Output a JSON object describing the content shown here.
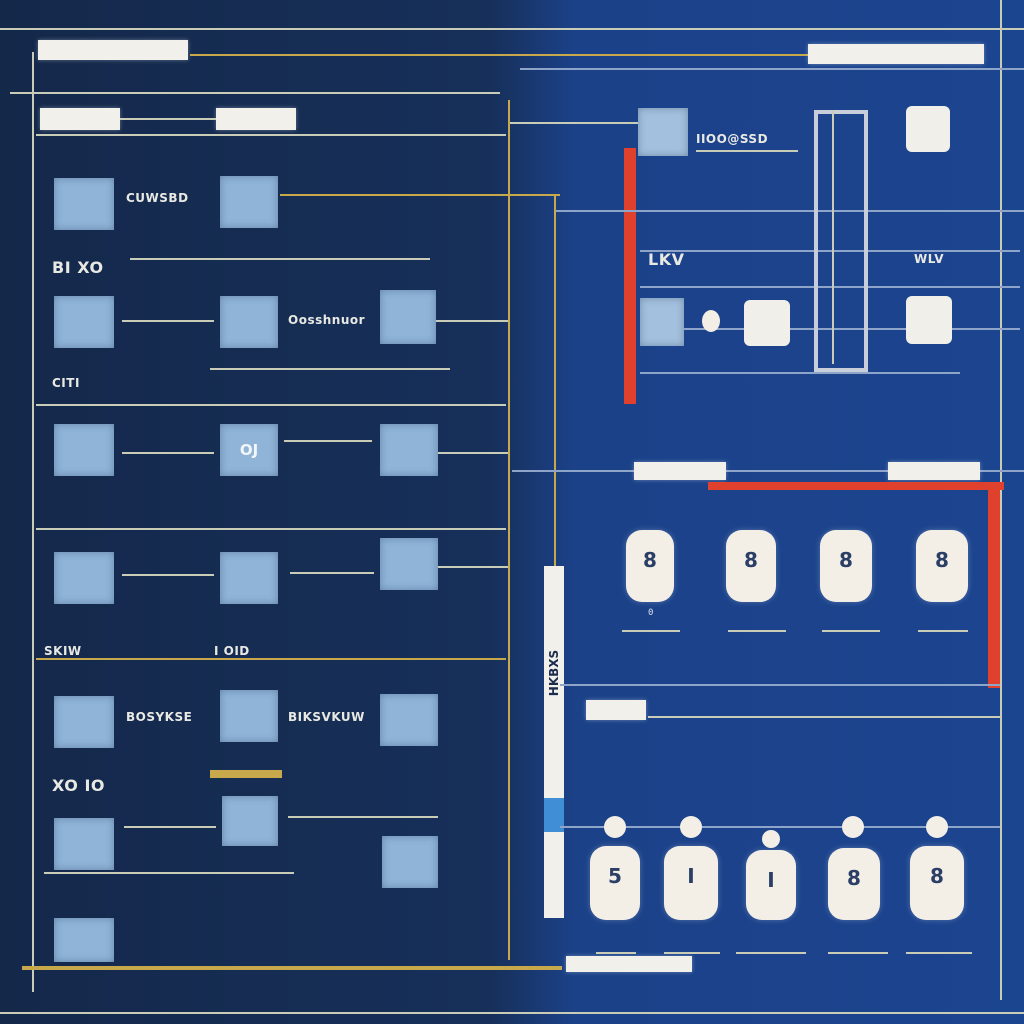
{
  "top_bars": {
    "left_tab": "",
    "right_tab": ""
  },
  "left_panel": {
    "header_tabs": [
      "",
      ""
    ],
    "section_labels": {
      "a": "BI XO",
      "b": "CITI",
      "c": "SKIW",
      "d": "XO IO",
      "e": "I OID"
    },
    "rows": [
      {
        "tile1": "",
        "text1": "CUWSBD",
        "tile2": "",
        "text2": "",
        "tile3": null
      },
      {
        "tile1": "",
        "text1": "",
        "tile2": "",
        "text2": "Oosshnuor",
        "tile3": ""
      },
      {
        "tile1": "",
        "text1": "",
        "tile2": "OJ",
        "text2": "",
        "tile3": ""
      },
      {
        "tile1": "",
        "text1": "",
        "tile2": "",
        "text2": "",
        "tile3": ""
      },
      {
        "tile1": "",
        "text1": "BOSYKSE",
        "tile2": "",
        "text2": "BIKSVKUW",
        "tile3": ""
      },
      {
        "tile1": "",
        "text1": "",
        "tile2": "",
        "text2": "",
        "tile3": ""
      }
    ],
    "bottom_tile": ""
  },
  "right_top": {
    "title": "IIOO@SSD",
    "labels": [
      "LKV",
      "WLV"
    ]
  },
  "right_middle": {
    "glyphs": [
      "8",
      "8",
      "8",
      "8"
    ],
    "captions": [
      "0",
      "",
      "",
      ""
    ]
  },
  "right_bottom": {
    "glyphs": [
      "5",
      "I",
      "I",
      "8",
      "8"
    ]
  },
  "vertical_label": "HKBXS",
  "colors": {
    "background": "#17305a",
    "accent_red": "#e0412c",
    "tile": "#8fb4d8",
    "line_gold": "#c7a84a",
    "bar": "#f2f0ea"
  }
}
